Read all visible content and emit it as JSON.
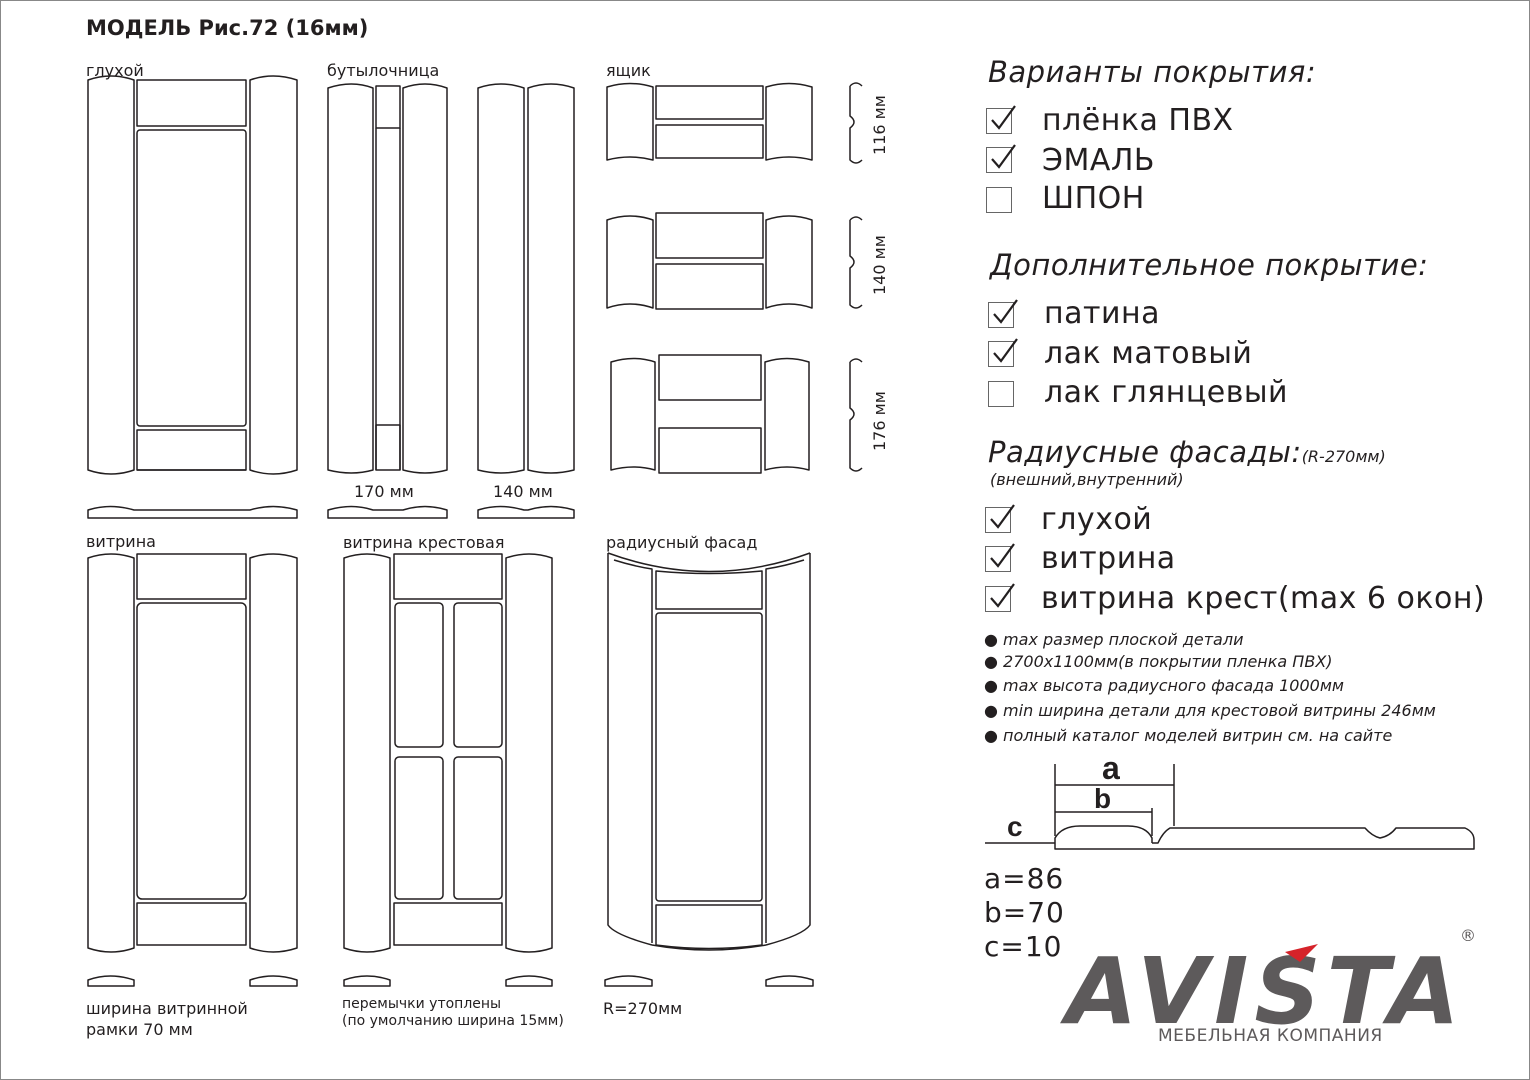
{
  "title": "МОДЕЛЬ Рис.72 (16мм)",
  "facades": {
    "gluhoy": "глухой",
    "butylochnica": "бутылочница",
    "yashchik": "ящик",
    "vitrina": "витрина",
    "vitrina_krest": "витрина крестовая",
    "radius": "радиусный фасад"
  },
  "dimensions": {
    "w170": "170 мм",
    "w140": "140 мм",
    "h116": "116 мм",
    "h140": "140 мм",
    "h176": "176 мм"
  },
  "notes": {
    "vitrina_line1": "ширина витринной",
    "vitrina_line2": "рамки 70 мм",
    "krest_line1": "перемычки утоплены",
    "krest_line2": "(по умолчанию ширина 15мм)",
    "radius": "R=270мм"
  },
  "coating": {
    "heading": "Варианты покрытия:",
    "options": [
      {
        "label": "плёнка ПВХ",
        "checked": true
      },
      {
        "label": "ЭМАЛЬ",
        "checked": true
      },
      {
        "label": "ШПОН",
        "checked": false
      }
    ]
  },
  "extra": {
    "heading": "Дополнительное покрытие:",
    "options": [
      {
        "label": "патина",
        "checked": true
      },
      {
        "label": "лак матовый",
        "checked": true
      },
      {
        "label": "лак глянцевый",
        "checked": false
      }
    ]
  },
  "radius_facades": {
    "heading": "Радиусные фасады:",
    "heading_note": "(R-270мм)",
    "sub": "(внешний,внутренний)",
    "options": [
      {
        "label": "глухой",
        "checked": true
      },
      {
        "label": "витрина",
        "checked": true
      },
      {
        "label": "витрина крест(max 6 окон)",
        "checked": true
      }
    ]
  },
  "bullets": [
    "max размер плоской детали",
    "2700x1100мм(в покрытии пленка ПВХ)",
    "max высота радиусного фасада 1000мм",
    "min ширина детали для крестовой витрины 246мм",
    "полный каталог моделей витрин см. на сайте"
  ],
  "profile": {
    "a": "a",
    "b": "b",
    "c": "c",
    "values": [
      "a=86",
      "b=70",
      "c=10"
    ]
  },
  "brand": {
    "name": "AVISTA",
    "registered": "®",
    "tagline": "МЕБЕЛЬНАЯ КОМПАНИЯ"
  }
}
